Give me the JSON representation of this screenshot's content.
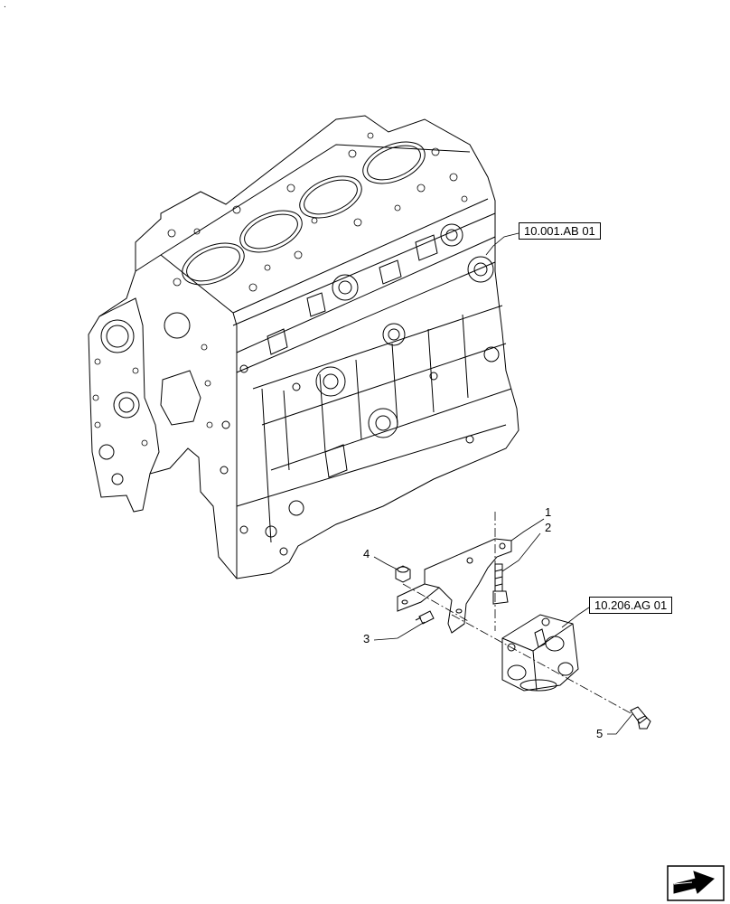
{
  "corner_mark": ".",
  "references": [
    {
      "id": "ref-engine-block",
      "label": "10.001.AB 01"
    },
    {
      "id": "ref-filter-head",
      "label": "10.206.AG 01"
    }
  ],
  "callouts": [
    {
      "id": "1",
      "label": "1"
    },
    {
      "id": "2",
      "label": "2"
    },
    {
      "id": "3",
      "label": "3"
    },
    {
      "id": "4",
      "label": "4"
    },
    {
      "id": "5",
      "label": "5"
    }
  ],
  "nav": {
    "icon": "next-page-arrow-icon"
  }
}
